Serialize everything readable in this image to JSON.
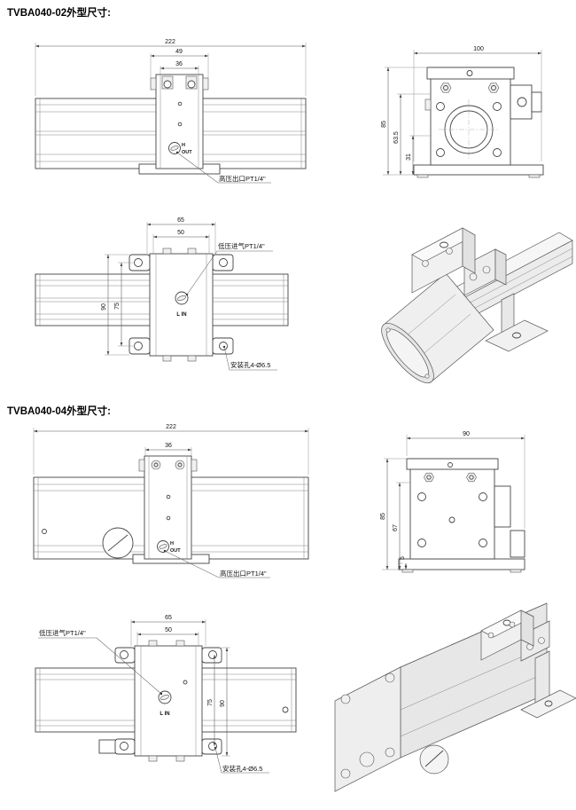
{
  "titles": {
    "s1": "TVBA040-02外型尺寸:",
    "s2": "TVBA040-04外型尺寸:"
  },
  "d02": {
    "front": {
      "dim_total": "222",
      "dim_mount": "49",
      "dim_body": "36",
      "port_h": "H",
      "port_out": "OUT",
      "callout_outlet": "高压出口PT1/4\""
    },
    "side": {
      "dim_width": "100",
      "dim_height": "85",
      "dim_center": "63.5",
      "dim_lower": "31"
    },
    "top": {
      "dim_flange": "65",
      "dim_holes": "50",
      "dim_length": "90",
      "dim_pitch": "75",
      "callout_inlet": "低压进气PT1/4\"",
      "port": "L IN",
      "callout_mount": "安装孔4-Ø6.5"
    }
  },
  "d04": {
    "front": {
      "dim_total": "222",
      "dim_body": "36",
      "port_h": "H",
      "port_out": "OUT",
      "callout_outlet": "高压出口PT1/4\""
    },
    "side": {
      "dim_width": "90",
      "dim_height": "85",
      "dim_center": "67",
      "dim_base": "5"
    },
    "top": {
      "dim_flange": "65",
      "dim_holes": "50",
      "dim_pitch": "75",
      "dim_length": "90",
      "callout_inlet": "低压进气PT1/4\"",
      "port": "L IN",
      "callout_mount": "安装孔4-Ø6.5"
    }
  }
}
